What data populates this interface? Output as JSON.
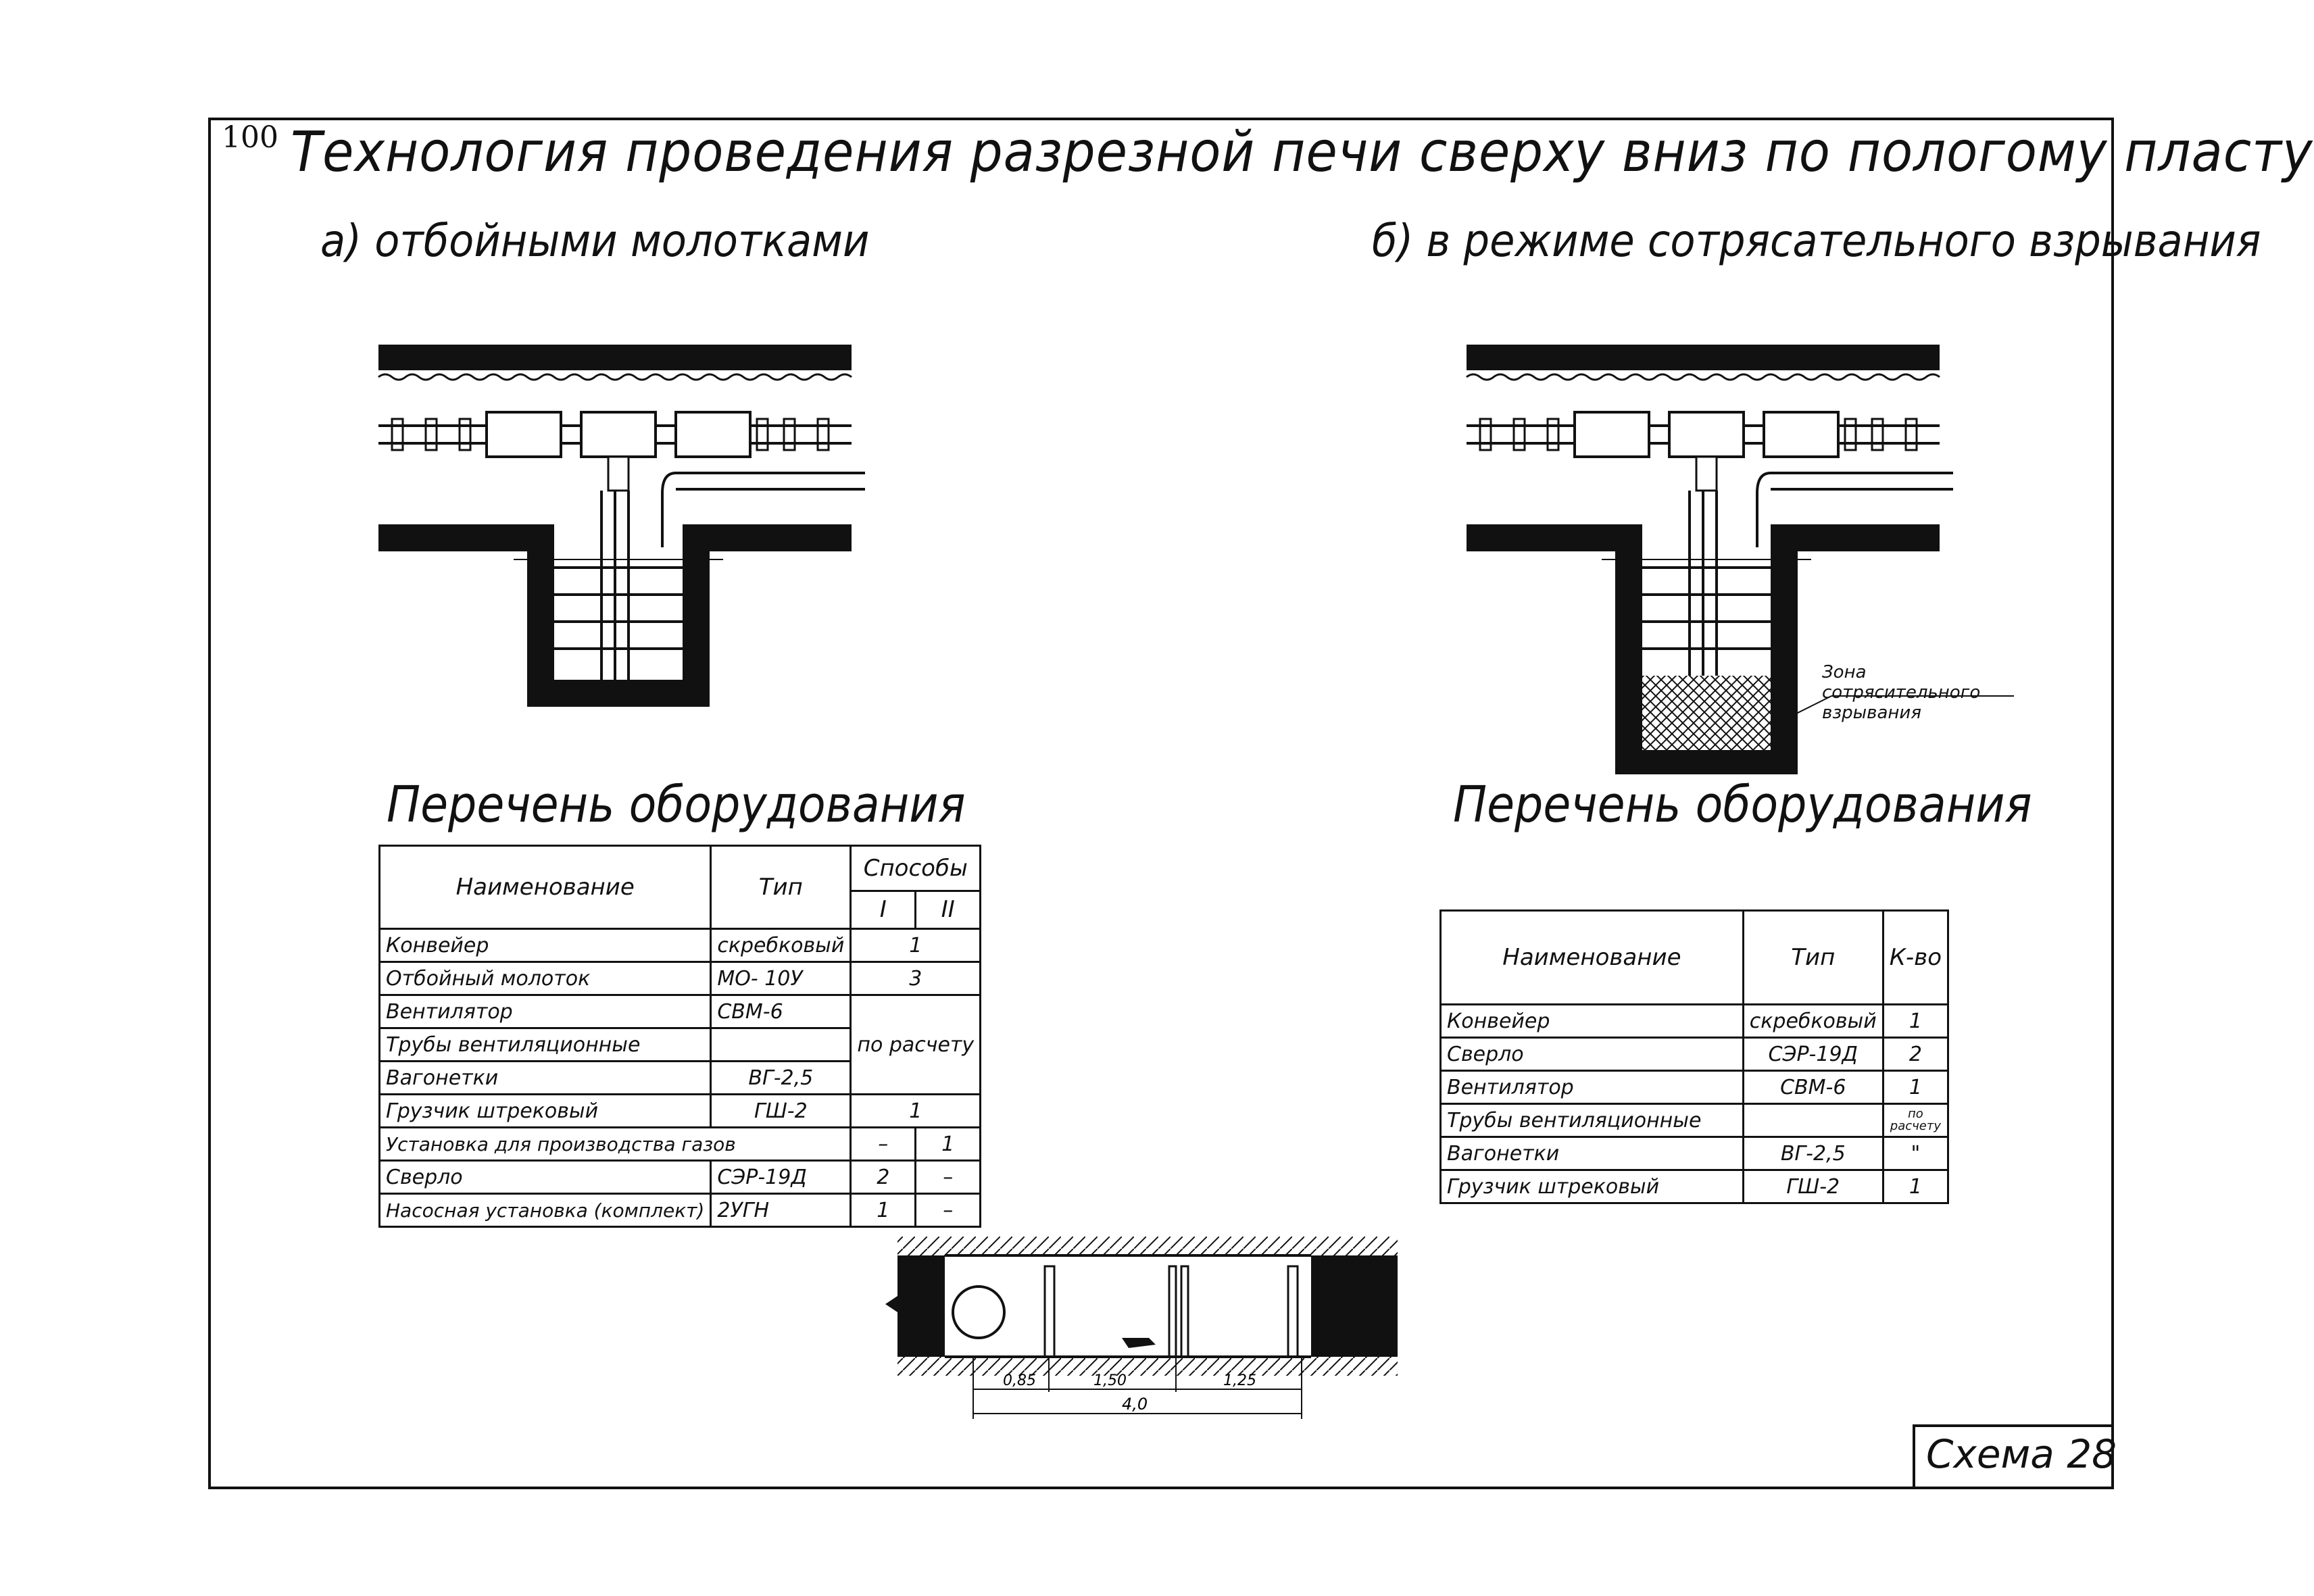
{
  "page_number": "100",
  "title": "Технология проведения разрезной печи сверху вниз по пологому пласту",
  "variant_a": {
    "subtitle": "а) отбойными молотками",
    "equipment_title": "Перечень оборудования",
    "columns": [
      "Наименование",
      "Тип",
      "Способы"
    ],
    "methods": [
      "I",
      "II"
    ],
    "rows": [
      {
        "name": "Конвейер",
        "type": "скребковый",
        "m1": "1",
        "m2": ""
      },
      {
        "name": "Отбойный молоток",
        "type": "МО- 10У",
        "m1": "3",
        "m2": ""
      },
      {
        "name": "Вентилятор",
        "type": "СВМ-6",
        "m1": "",
        "m2": ""
      },
      {
        "name": "Трубы вентиляционные",
        "type": "",
        "m1": "",
        "m2": ""
      },
      {
        "name": "Вагонетки",
        "type": "ВГ-2,5",
        "m1": "",
        "m2": ""
      },
      {
        "name": "Грузчик штрековый",
        "type": "ГШ-2",
        "m1": "1",
        "m2": ""
      },
      {
        "name": "Установка для производства газов",
        "type": "",
        "m1": "–",
        "m2": "1"
      },
      {
        "name": "Сверло",
        "type": "СЭР-19Д",
        "m1": "2",
        "m2": "–"
      },
      {
        "name": "Насосная установка (комплект)",
        "type": "2УГН",
        "m1": "1",
        "m2": "–"
      }
    ],
    "merged_note": "по расчету"
  },
  "variant_b": {
    "subtitle": "б) в режиме сотрясательного взрывания",
    "equipment_title": "Перечень оборудования",
    "zone_label": "Зона сотрясительного взрывания",
    "columns": [
      "Наименование",
      "Тип",
      "К-во"
    ],
    "rows": [
      {
        "name": "Конвейер",
        "type": "скребковый",
        "qty": "1"
      },
      {
        "name": "Сверло",
        "type": "СЭР-19Д",
        "qty": "2"
      },
      {
        "name": "Вентилятор",
        "type": "СВМ-6",
        "qty": "1"
      },
      {
        "name": "Трубы вентиляционные",
        "type": "",
        "qty": "по расчету"
      },
      {
        "name": "Вагонетки",
        "type": "ВГ-2,5",
        "qty": "\""
      },
      {
        "name": "Грузчик штрековый",
        "type": "ГШ-2",
        "qty": "1"
      }
    ]
  },
  "cross_section": {
    "dims": [
      "0,85",
      "1,50",
      "1,25"
    ],
    "total": "4,0"
  },
  "scheme_label": "Схема 28"
}
